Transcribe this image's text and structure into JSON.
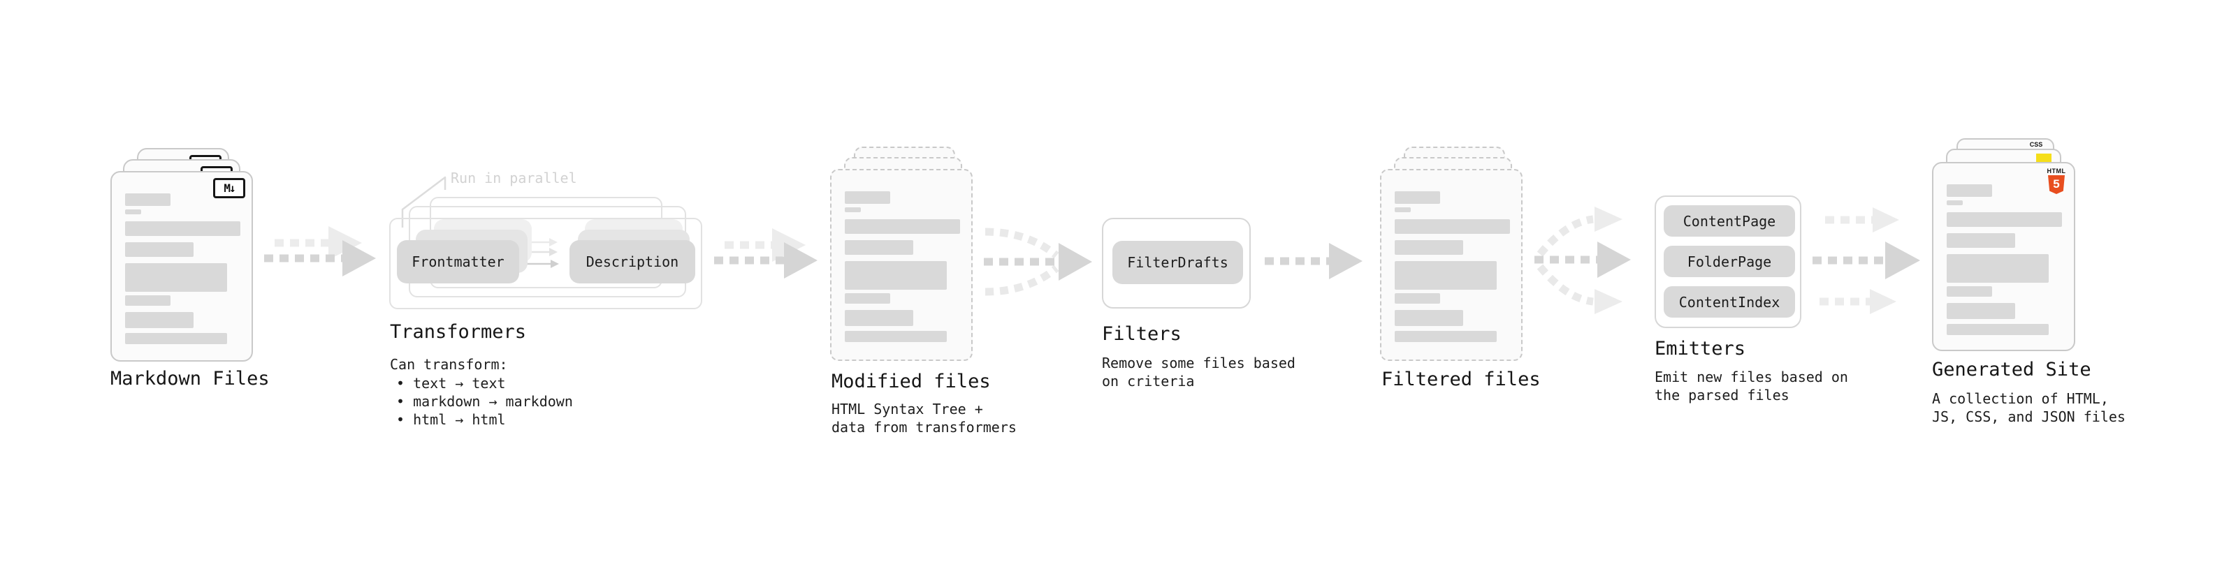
{
  "stages": {
    "markdown_files": {
      "label": "Markdown Files",
      "badge": "M↓"
    },
    "transformers": {
      "label": "Transformers",
      "note": "Run in parallel",
      "pill_left": "Frontmatter",
      "pill_right": "Description",
      "desc_heading": "Can transform:",
      "bullets": [
        "• text → text",
        "• markdown → markdown",
        "• html → html"
      ]
    },
    "modified_files": {
      "label": "Modified files",
      "desc": [
        "HTML Syntax Tree +",
        "data from transformers"
      ]
    },
    "filters": {
      "label": "Filters",
      "pill": "FilterDrafts",
      "desc": [
        "Remove some files based",
        "on criteria"
      ]
    },
    "filtered_files": {
      "label": "Filtered files"
    },
    "emitters": {
      "label": "Emitters",
      "pills": [
        "ContentPage",
        "FolderPage",
        "ContentIndex"
      ],
      "desc": [
        "Emit new files based on",
        "the parsed files"
      ]
    },
    "generated_site": {
      "label": "Generated Site",
      "desc": [
        "A collection of HTML,",
        "JS, CSS, and JSON files"
      ],
      "css_badge": "CSS",
      "html5_badge_text": "HTML",
      "html5_badge_number": "5"
    }
  },
  "colors": {
    "background": "#ffffff",
    "card_fill": "#fbfbfb",
    "card_border": "#c9c9c9",
    "skeleton_bar": "#d9d9d9",
    "pill_fill": "#d9d9d9",
    "arrow_dark": "#d5d5d5",
    "arrow_light": "#ececec",
    "note_text": "#d2d2d2",
    "text": "#1c1c1c",
    "html5_orange": "#e84e1f",
    "js_yellow": "#f5de19",
    "css_blue": "#2962ef"
  }
}
